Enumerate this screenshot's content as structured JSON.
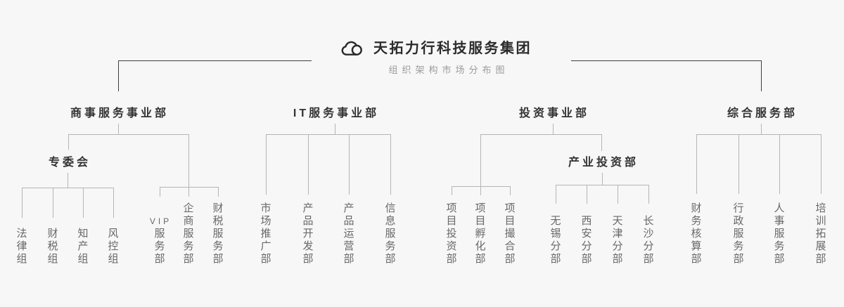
{
  "header": {
    "title": "天拓力行科技服务集团",
    "subtitle": "组织架构市场分布图",
    "logo_icon": "cloud-icon"
  },
  "colors": {
    "background": "#f7f7f7",
    "root_connector": "#3d3d3d",
    "branch_connector": "#b5b5b5",
    "title_text": "#2b2b2b",
    "division_text": "#333333",
    "leaf_text": "#686868",
    "subtitle_text": "#9b9b9b"
  },
  "org": {
    "divisions": [
      {
        "label": "商事服务事业部",
        "children": [
          {
            "label": "专委会",
            "children": [
              {
                "label": "法律组"
              },
              {
                "label": "财税组"
              },
              {
                "label": "知产组"
              },
              {
                "label": "风控组"
              }
            ]
          },
          {
            "label": "VIP服务部"
          },
          {
            "label": "企商服务部"
          },
          {
            "label": "财税服务部"
          }
        ]
      },
      {
        "label": "IT服务事业部",
        "children": [
          {
            "label": "市场推广部"
          },
          {
            "label": "产品开发部"
          },
          {
            "label": "产品运营部"
          },
          {
            "label": "信息服务部"
          }
        ]
      },
      {
        "label": "投资事业部",
        "children": [
          {
            "label": "项目投资部"
          },
          {
            "label": "项目孵化部"
          },
          {
            "label": "项目撮合部"
          },
          {
            "label": "产业投资部",
            "children": [
              {
                "label": "无锡分部"
              },
              {
                "label": "西安分部"
              },
              {
                "label": "天津分部"
              },
              {
                "label": "长沙分部"
              }
            ]
          }
        ]
      },
      {
        "label": "综合服务部",
        "children": [
          {
            "label": "财务核算部"
          },
          {
            "label": "行政服务部"
          },
          {
            "label": "人事服务部"
          },
          {
            "label": "培训拓展部"
          }
        ]
      }
    ]
  }
}
